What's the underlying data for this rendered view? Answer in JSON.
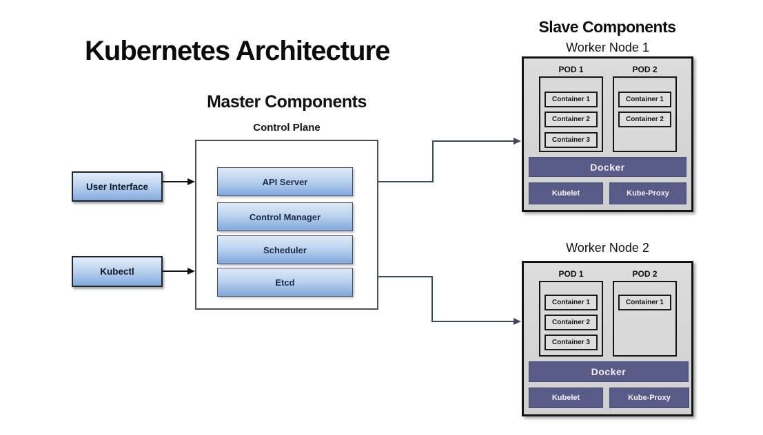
{
  "title": "Kubernetes Architecture",
  "master": {
    "heading": "Master Components",
    "plane_label": "Control Plane",
    "components": [
      {
        "label": "API Server"
      },
      {
        "label": "Control Manager"
      },
      {
        "label": "Scheduler"
      },
      {
        "label": "Etcd"
      }
    ],
    "clients": [
      {
        "label": "User Interface"
      },
      {
        "label": "Kubectl"
      }
    ]
  },
  "slave": {
    "heading": "Slave Components",
    "nodes": [
      {
        "title": "Worker Node 1",
        "pods": [
          {
            "label": "POD 1",
            "containers": [
              {
                "label": "Container 1"
              },
              {
                "label": "Container 2"
              },
              {
                "label": "Container 3"
              }
            ]
          },
          {
            "label": "POD 2",
            "containers": [
              {
                "label": "Container 1"
              },
              {
                "label": "Container 2"
              }
            ]
          }
        ],
        "runtime_label": "Docker",
        "services": [
          {
            "label": "Kubelet"
          },
          {
            "label": "Kube-Proxy"
          }
        ]
      },
      {
        "title": "Worker Node 2",
        "pods": [
          {
            "label": "POD 1",
            "containers": [
              {
                "label": "Container 1"
              },
              {
                "label": "Container 2"
              },
              {
                "label": "Container 3"
              }
            ]
          },
          {
            "label": "POD 2",
            "containers": [
              {
                "label": "Container 1"
              }
            ]
          }
        ],
        "runtime_label": "Docker",
        "services": [
          {
            "label": "Kubelet"
          },
          {
            "label": "Kube-Proxy"
          }
        ]
      }
    ]
  },
  "colors": {
    "blue_box_top": "#dde9f8",
    "blue_box_bottom": "#80a7da",
    "purple_bar": "#585a87",
    "node_background": "#d4d4d4",
    "connector_line": "#3d4a5c",
    "client_arrow": "#111111"
  }
}
